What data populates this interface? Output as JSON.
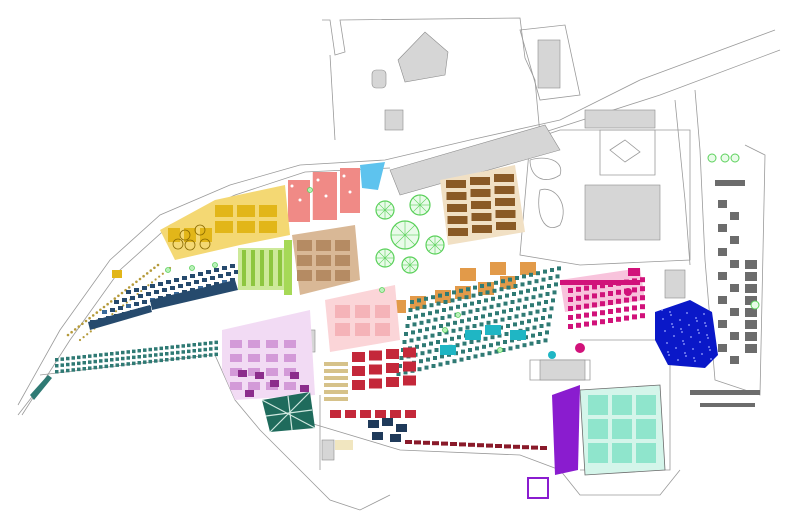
{
  "map": {
    "kind": "color-coded site plan",
    "background": "#ffffff",
    "outline_color": "#9a9a9a",
    "zones": [
      {
        "id": "olive-dots",
        "color": "#b59a3a"
      },
      {
        "id": "yellow-circles",
        "color": "#e2b619"
      },
      {
        "id": "salmon-blocks",
        "color": "#f08a86"
      },
      {
        "id": "sky-pool",
        "color": "#5ec3ee"
      },
      {
        "id": "green-trees",
        "color": "#5bd15b"
      },
      {
        "id": "brown-grid",
        "color": "#8a5a26"
      },
      {
        "id": "navy-rows",
        "color": "#264a6d"
      },
      {
        "id": "lime-strips",
        "color": "#8dc63f"
      },
      {
        "id": "tan-blocks",
        "color": "#b58b63"
      },
      {
        "id": "orange-blocks",
        "color": "#e29a49"
      },
      {
        "id": "teal-dot-grid",
        "color": "#2f7a74"
      },
      {
        "id": "cyan-accents",
        "color": "#1fb6c4"
      },
      {
        "id": "magenta-blocks",
        "color": "#d1127a"
      },
      {
        "id": "blue-pond",
        "color": "#0a18c8"
      },
      {
        "id": "grey-east",
        "color": "#6c6c6c"
      },
      {
        "id": "lavender-west",
        "color": "#d39ad8"
      },
      {
        "id": "purple-blocks",
        "color": "#8c2d8c"
      },
      {
        "id": "pink-blocks",
        "color": "#f5b3b8"
      },
      {
        "id": "crimson-blocks",
        "color": "#c4283a"
      },
      {
        "id": "beige-stripes",
        "color": "#d6c28a"
      },
      {
        "id": "dark-teal-star",
        "color": "#1f6b5c"
      },
      {
        "id": "dark-red-strip",
        "color": "#8a1a2a"
      },
      {
        "id": "mint-court",
        "color": "#8fe5cc"
      },
      {
        "id": "violet-band",
        "color": "#8a1ccf"
      },
      {
        "id": "dark-navy-south",
        "color": "#1f3a5a"
      }
    ]
  }
}
